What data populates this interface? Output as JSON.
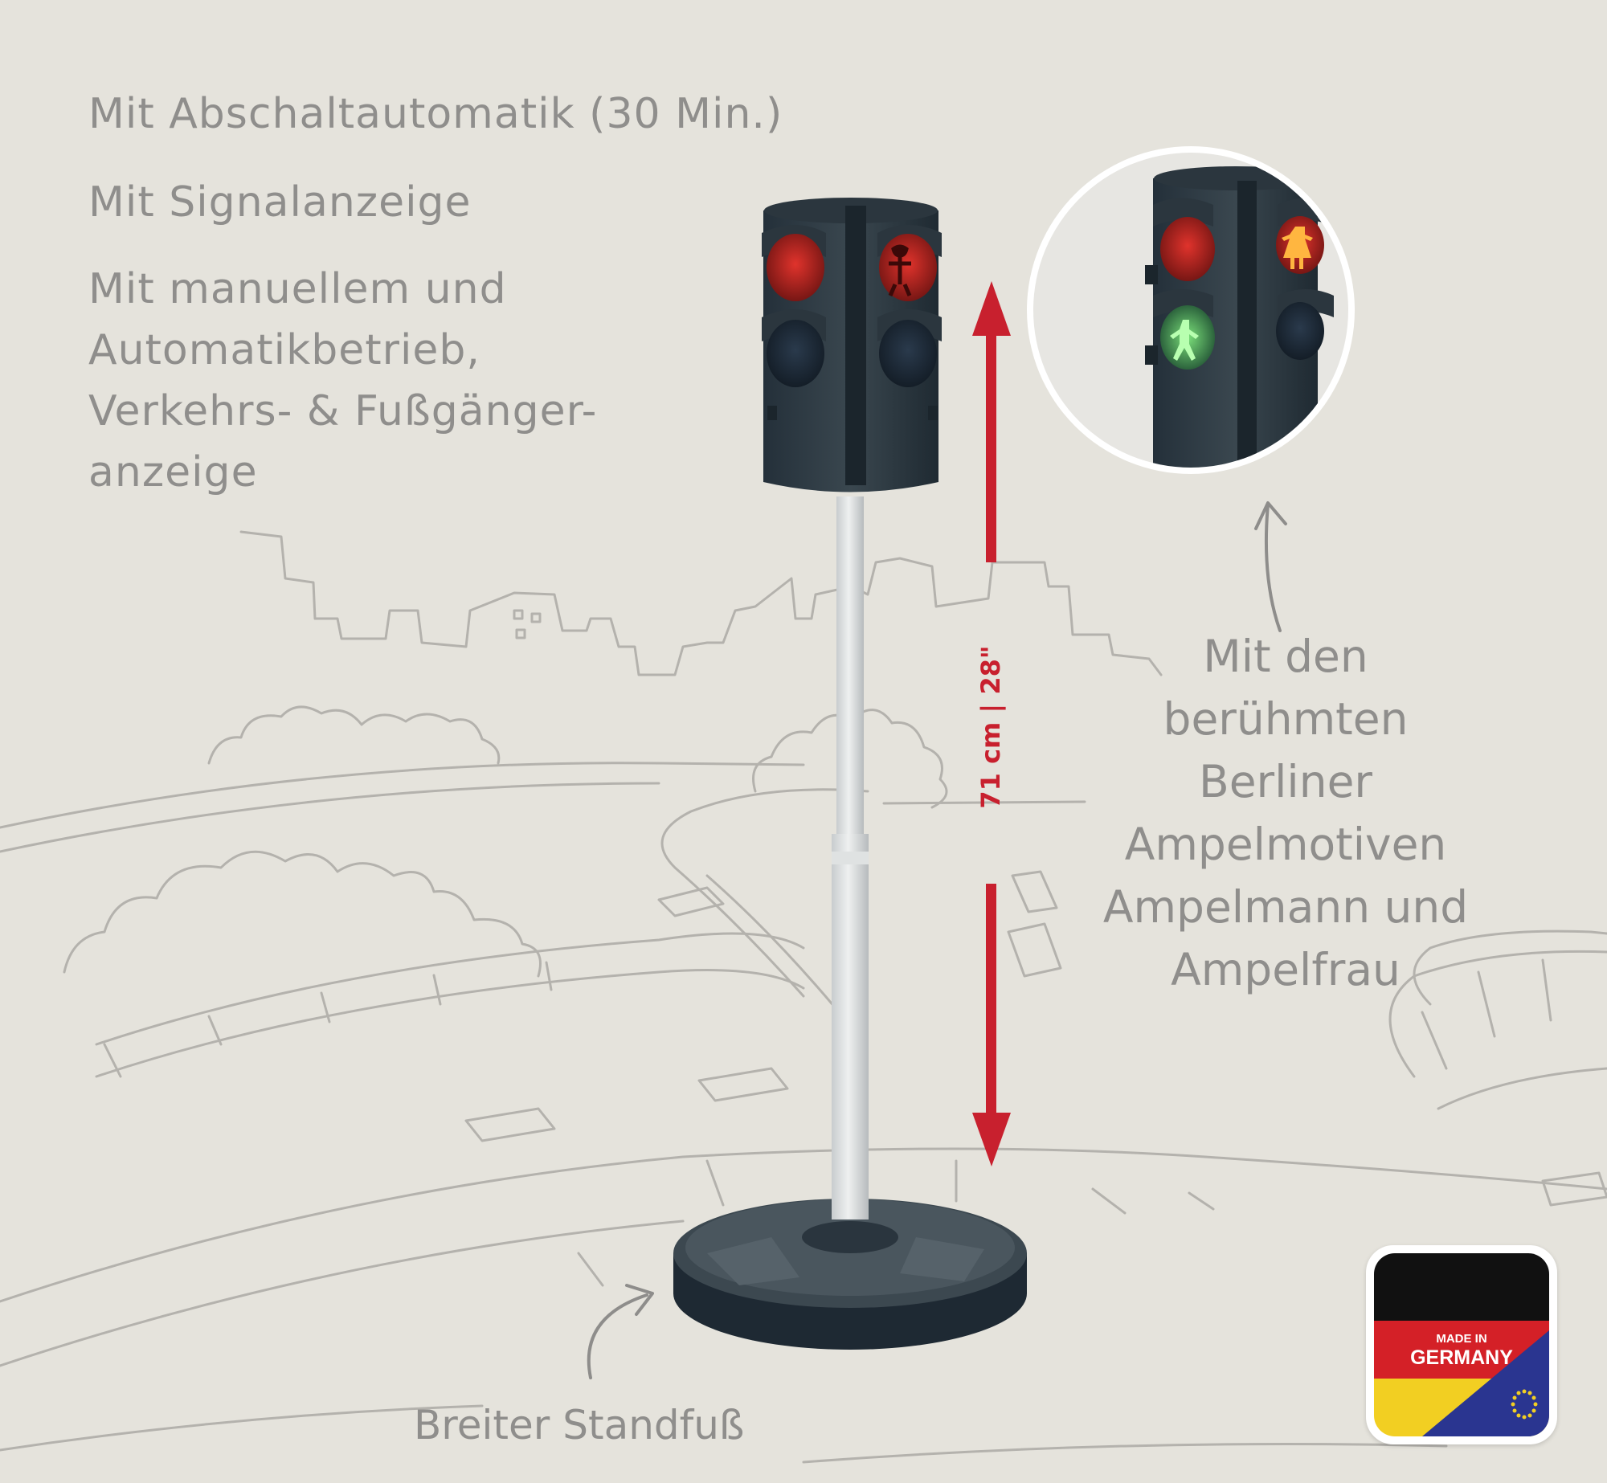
{
  "features": {
    "line1": "Mit Abschaltautomatik (30 Min.)",
    "line2": "Mit Signalanzeige",
    "line3": "Mit manuellem und\nAutomatikbetrieb,\nVerkehrs- & Fußgänger-\nanzeige"
  },
  "callouts": {
    "berlin": "Mit den\nberühmten\nBerliner\nAmpelmotiven\nAmpelmann und\nAmpelfrau",
    "base": "Breiter Standfuß",
    "dimension": "71 cm | 28\""
  },
  "badge": {
    "line1": "MADE IN",
    "line2": "GERMANY"
  },
  "colors": {
    "background": "#e5e3dc",
    "text": "#8f8e8c",
    "accent_red": "#c8202e",
    "housing": "#2e3a40"
  }
}
